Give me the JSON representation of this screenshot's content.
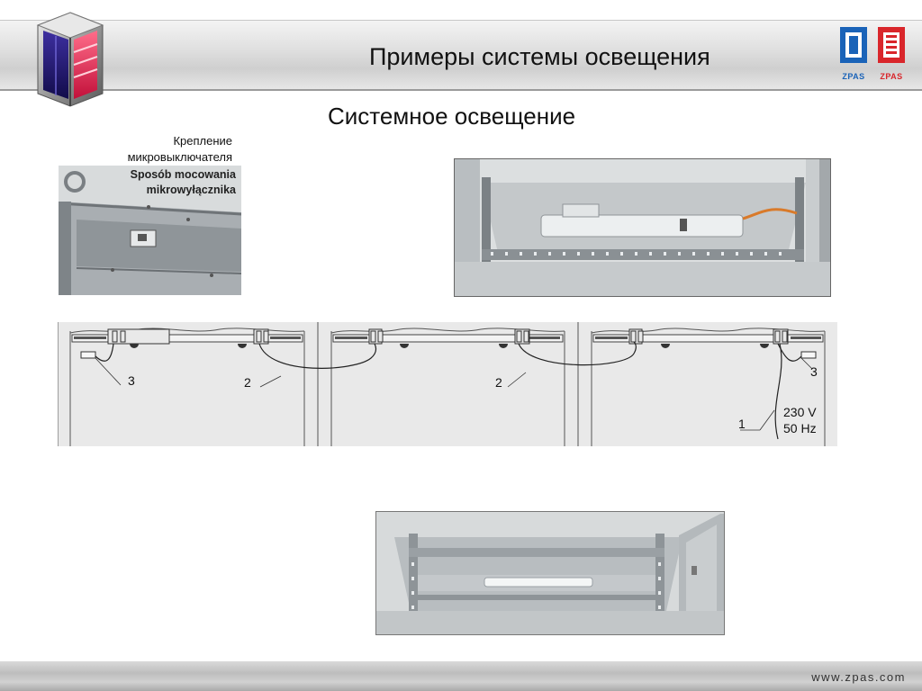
{
  "header": {
    "title": "Примеры системы освещения",
    "logos": [
      {
        "label": "ZPAS",
        "color": "#1a63b8"
      },
      {
        "label": "ZPAS",
        "color": "#d9262b"
      }
    ]
  },
  "subtitle": "Системное освещение",
  "photo_mount": {
    "caption": [
      "Крепление",
      "микровыключателя"
    ],
    "overlay_text": [
      "Sposób mocowania",
      "mikrowyłącznika"
    ]
  },
  "diagram": {
    "labels": {
      "switch_left": "3",
      "cable_left": "2",
      "cable_right": "2",
      "switch_right": "3",
      "power_cable": "1"
    },
    "voltage": [
      "230 V",
      "50 Hz"
    ]
  },
  "footer": {
    "url": "www.zpas.com"
  }
}
